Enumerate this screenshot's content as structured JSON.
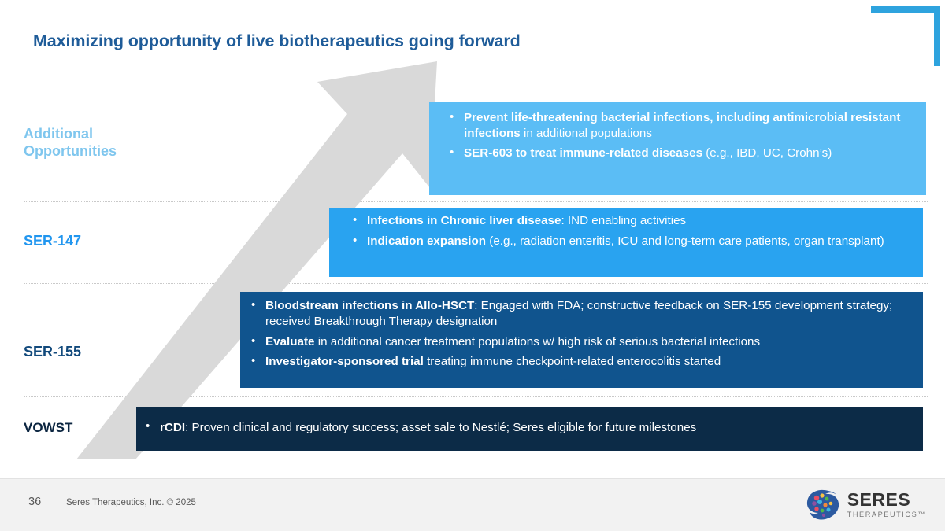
{
  "slide": {
    "title": "Maximizing opportunity of live biotherapeutics going forward",
    "page_number": "36",
    "copyright": "Seres Therapeutics, Inc. © 2025"
  },
  "colors": {
    "title": "#1F5C99",
    "band_additional": "#5BBDF5",
    "band_ser147": "#29A3F0",
    "band_ser155": "#10548E",
    "band_vowst": "#0C2B47",
    "arrow": "#D9D9D9",
    "corner_bracket": "#2EA3DE",
    "footer_bg": "#F2F2F2"
  },
  "rows": {
    "additional": {
      "label": "Additional\nOpportunities",
      "bullets": [
        {
          "bold": "Prevent life-threatening bacterial infections, including antimicrobial resistant infections",
          "rest": " in additional populations"
        },
        {
          "bold": "SER-603 to treat immune-related diseases",
          "rest": " (e.g., IBD, UC, Crohn’s)"
        }
      ]
    },
    "ser147": {
      "label": "SER-147",
      "bullets": [
        {
          "bold": "Infections in Chronic liver disease",
          "rest": ": IND enabling activities"
        },
        {
          "bold": "Indication expansion",
          "rest": " (e.g., radiation enteritis, ICU and long-term care patients, organ transplant)"
        }
      ]
    },
    "ser155": {
      "label": "SER-155",
      "bullets": [
        {
          "bold": "Bloodstream infections in Allo-HSCT",
          "rest": ": Engaged with FDA; constructive feedback on SER-155 development strategy; received Breakthrough Therapy designation"
        },
        {
          "bold": "Evaluate",
          "rest": " in additional cancer treatment populations w/ high risk of serious bacterial infections"
        },
        {
          "bold": "Investigator-sponsored trial",
          "rest": " treating immune checkpoint-related enterocolitis started"
        }
      ]
    },
    "vowst": {
      "label": "VOWST",
      "bullets": [
        {
          "bold": "rCDI",
          "rest": ":  Proven clinical and regulatory success; asset sale to Nestlé; Seres eligible for future milestones"
        }
      ]
    }
  },
  "logo": {
    "name": "SERES",
    "sub": "THERAPEUTICS™"
  }
}
